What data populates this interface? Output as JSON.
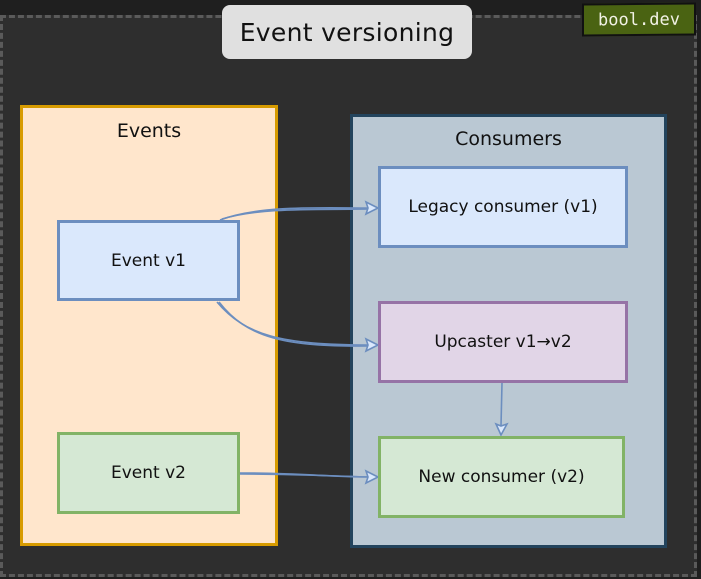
{
  "diagram": {
    "title": "Event versioning",
    "brand": "bool.dev",
    "groups": {
      "events": {
        "label": "Events",
        "fill": "#ffe6cc",
        "stroke": "#d79b00"
      },
      "consumers": {
        "label": "Consumers",
        "fill": "#bac8d3",
        "stroke": "#23445d"
      }
    },
    "nodes": {
      "event_v1": {
        "label": "Event v1",
        "group": "events",
        "color": "blue"
      },
      "event_v2": {
        "label": "Event v2",
        "group": "events",
        "color": "green"
      },
      "legacy_consumer": {
        "label": "Legacy consumer (v1)",
        "group": "consumers",
        "color": "blue"
      },
      "upcaster": {
        "label": "Upcaster v1→v2",
        "group": "consumers",
        "color": "purple"
      },
      "new_consumer": {
        "label": "New consumer (v2)",
        "group": "consumers",
        "color": "green"
      }
    },
    "edges": [
      {
        "from": "event_v1",
        "to": "legacy_consumer"
      },
      {
        "from": "event_v1",
        "to": "upcaster"
      },
      {
        "from": "upcaster",
        "to": "new_consumer"
      },
      {
        "from": "event_v2",
        "to": "new_consumer"
      }
    ],
    "colors": {
      "background": "#2e2e2e",
      "blue_fill": "#dae8fc",
      "blue_stroke": "#6c8ebf",
      "green_fill": "#d5e8d4",
      "green_stroke": "#82b366",
      "purple_fill": "#e1d5e7",
      "purple_stroke": "#9673a6",
      "brand_bg": "#4a6312"
    }
  }
}
